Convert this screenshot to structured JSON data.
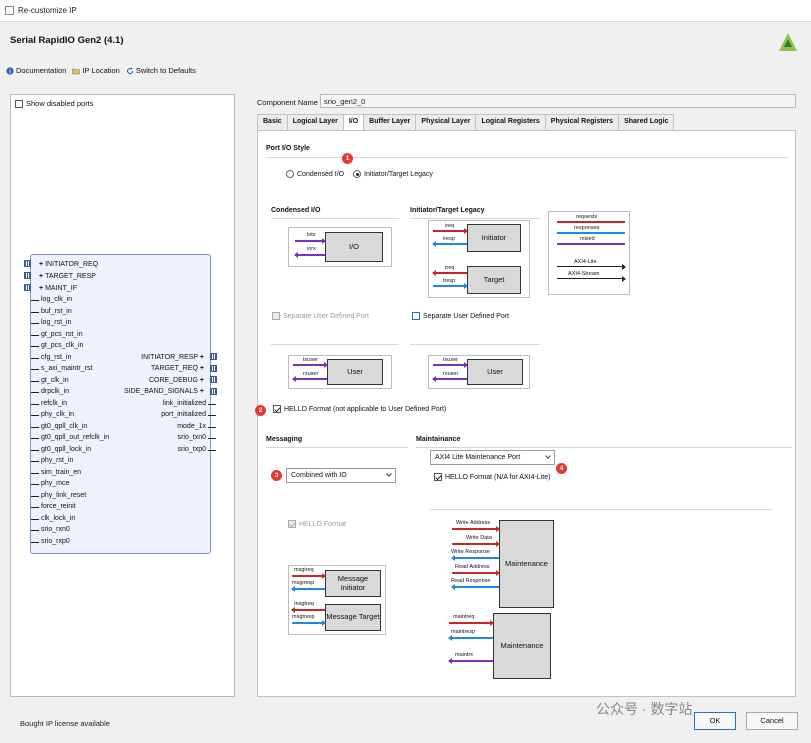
{
  "window": {
    "title": "Re-customize IP"
  },
  "header": {
    "title": "Serial RapidIO Gen2 (4.1)"
  },
  "toolbar": {
    "documentation": "Documentation",
    "ip_location": "IP Location",
    "switch_defaults": "Switch to Defaults"
  },
  "left": {
    "show_disabled": "Show disabled ports",
    "interfaces": [
      "INITIATOR_REQ",
      "TARGET_RESP",
      "MAINT_IF"
    ],
    "left_ports": [
      "log_clk_in",
      "buf_rst_in",
      "log_rst_in",
      "gt_pcs_rst_in",
      "gt_pcs_clk_in",
      "cfg_rst_in",
      "s_axi_maintr_rst",
      "gt_clk_in",
      "drpclk_in",
      "refclk_in",
      "phy_clk_in",
      "gt0_qpll_clk_in",
      "gt0_qpll_out_refclk_in",
      "gt0_qpll_lock_in",
      "phy_rst_in",
      "sim_train_en",
      "phy_mce",
      "phy_link_reset",
      "force_reinit",
      "clk_lock_in",
      "srio_rxn0",
      "srio_rxp0"
    ],
    "right_bus": [
      "INITIATOR_RESP",
      "TARGET_REQ",
      "CORE_DEBUG",
      "SIDE_BAND_SIGNALS"
    ],
    "right_ports": [
      "link_initialized",
      "port_initialized",
      "mode_1x",
      "srio_txn0",
      "srio_txp0"
    ]
  },
  "component": {
    "label": "Component Name",
    "value": "srio_gen2_0"
  },
  "tabs": [
    "Basic",
    "Logical Layer",
    "I/O",
    "Buffer Layer",
    "Physical Layer",
    "Logical Registers",
    "Physical Registers",
    "Shared Logic"
  ],
  "io": {
    "port_io_style": "Port I/O Style",
    "condensed_radio": "Condensed I/O",
    "legacy_radio": "Initiator/Target Legacy",
    "condensed_head": "Condensed I/O",
    "legacy_head": "Initiator/Target Legacy",
    "io_box": "I/O",
    "iotx": "iotx",
    "iorx": "iorx",
    "initiator_box": "Initiator",
    "target_box": "Target",
    "ireq": "ireq",
    "iresp": "iresp",
    "treq": "treq",
    "tresp": "tresp",
    "legend": {
      "requests": "requests",
      "responses": "responses",
      "mixed": "mixed",
      "axi_lite": "AXI4-Lite",
      "axi_stream": "AXI4-Stream"
    },
    "sep_user_port_left": "Separate User Defined Port",
    "sep_user_port_right": "Separate User Defined Port",
    "user_box": "User",
    "txuser": "txuser",
    "rxuser": "rxuser",
    "hello_format": "HELLO Format (not applicable to User Defined Port)"
  },
  "messaging": {
    "head": "Messaging",
    "select_value": "Combined with IO",
    "hello": "HELLO Format",
    "msg_initiator": "Message Initiator",
    "msg_target": "Message Target",
    "msgireq": "msgireq",
    "msgiresp": "msgiresp",
    "msgtreq": "msgtreq",
    "msgtresp": "msgtresp"
  },
  "maintenance": {
    "head": "Maintainance",
    "select_value": "AXI4 Lite Maintenance Port",
    "hello": "HELLO Format (N/A for AXI4-Lite)",
    "box1": "Maintenance",
    "box2": "Maintenance",
    "signals1": [
      "Write Address",
      "Write Data",
      "Write Response",
      "Read Address",
      "Read Response"
    ],
    "signals2": [
      "maintreq",
      "maintresp",
      "maintrx"
    ]
  },
  "badges": [
    "1",
    "2",
    "3",
    "4"
  ],
  "footer": {
    "license": "Bought IP license available",
    "ok": "OK",
    "cancel": "Cancel"
  },
  "watermark": "公众号 · 数字站"
}
